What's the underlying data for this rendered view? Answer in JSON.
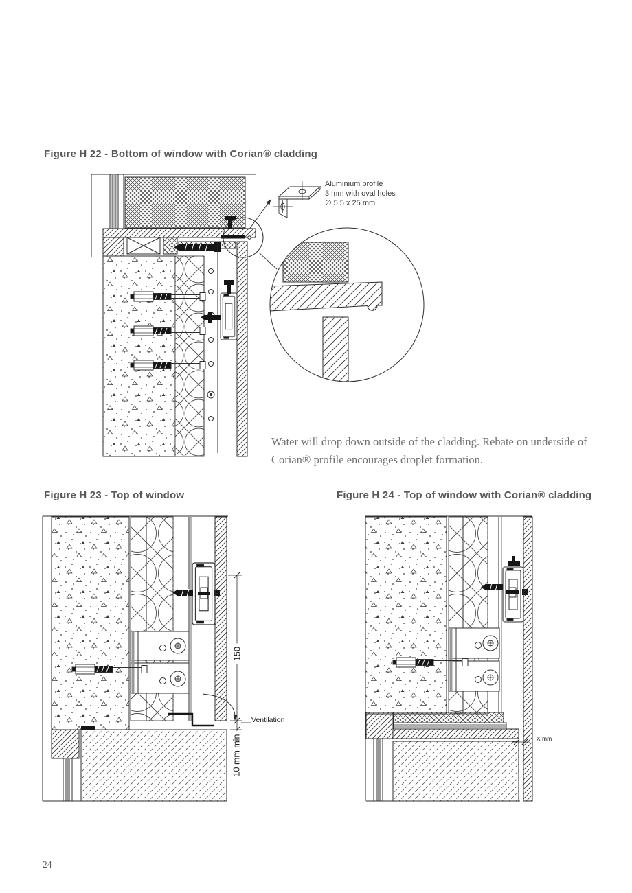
{
  "page": {
    "number": "24",
    "background": "#ffffff"
  },
  "h22": {
    "title": "Figure H 22 - Bottom of window with Corian® cladding",
    "callout_line1": "Aluminium profile",
    "callout_line2": "3 mm with oval holes",
    "callout_line3": "∅ 5.5 x 25 mm",
    "caption": "Water will drop down outside of the cladding. Rebate on underside of Corian® profile encourages droplet formation."
  },
  "h23": {
    "title": "Figure H 23 - Top of window",
    "dim_150": "150",
    "ventilation": "Ventilation",
    "min_gap": "10 mm min"
  },
  "h24": {
    "title": "Figure H 24 - Top of window with Corian® cladding",
    "gap": "X mm"
  },
  "colors": {
    "title_text": "#57585a",
    "body_text": "#716f6a",
    "line_work": "#2e2e2e"
  }
}
